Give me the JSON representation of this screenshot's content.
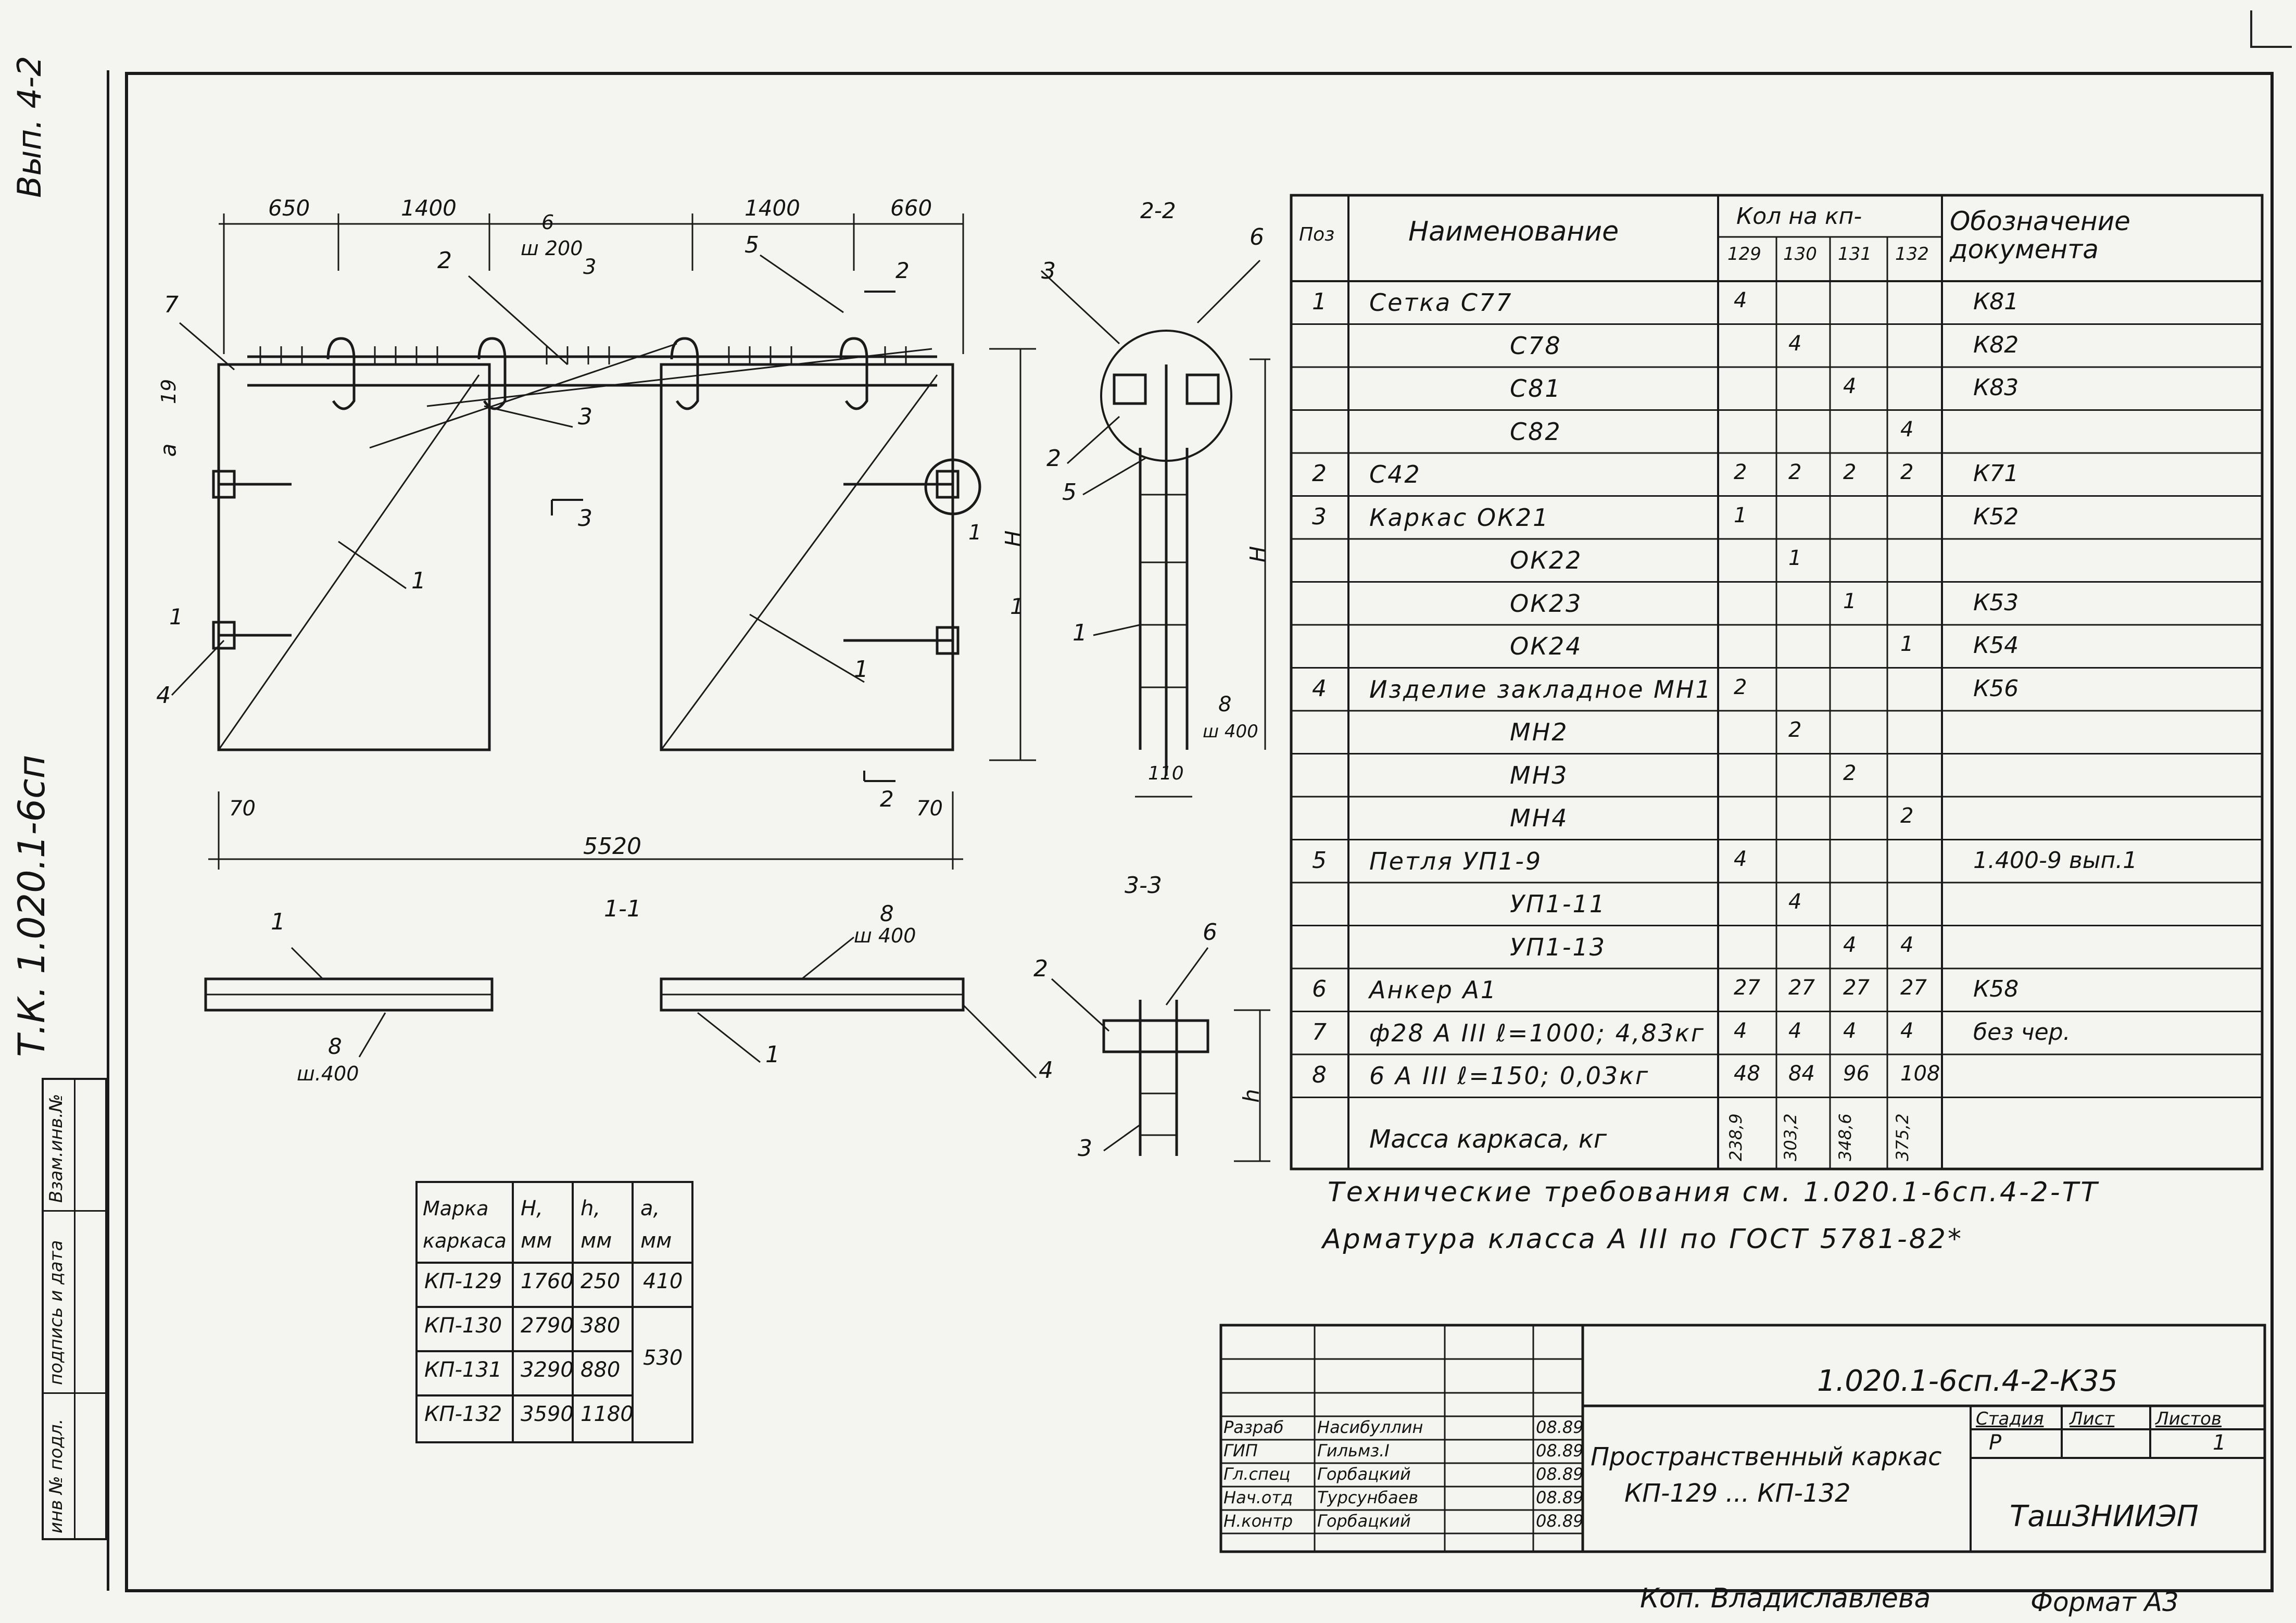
{
  "top_corner": "Вып. 4-2",
  "side_code": "Т.К. 1.020.1-6сп",
  "side_stamp": [
    "инв № подл.",
    "подпись и дата",
    "Взам.инв.№"
  ],
  "dims": {
    "top_left_a": "650",
    "top_left_b": "1400",
    "top_right_a": "1400",
    "top_right_b": "660",
    "spacing": "6",
    "spacing_w": "ш 200",
    "total": "5520",
    "edge_left": "70",
    "edge_right": "70",
    "dim_19": "19",
    "dim_a": "a",
    "dim_H": "H",
    "dim_110": "110",
    "dim_8": "8",
    "dim_w400": "ш 400",
    "dim_h": "h"
  },
  "callouts": {
    "c7": "7",
    "c2": "2",
    "c3": "3",
    "c3b": "3",
    "c5": "5",
    "c2r": "2",
    "c1": "1",
    "c4": "4",
    "c1b": "1",
    "cut3": "3",
    "cut2": "2",
    "cut1": "1",
    "cut1b": "1",
    "cut1c": "1",
    "cut2b": "2"
  },
  "views": {
    "v22": "2-2",
    "v11": "1-1",
    "v33": "3-3"
  },
  "v22_callouts": {
    "c3": "3",
    "c6": "6",
    "c2": "2",
    "c5": "5",
    "c1": "1"
  },
  "v11_callouts": {
    "c1": "1",
    "c8a": "8",
    "w400a": "ш.400",
    "c8b": "8",
    "w400b": "ш 400",
    "c1b": "1",
    "c4": "4"
  },
  "v33_callouts": {
    "c2": "2",
    "c6": "6",
    "c3": "3"
  },
  "spec": {
    "headers": {
      "pos": "Поз",
      "name": "Наименование",
      "qty": "Кол на кп-",
      "doc": "Обозначение документа",
      "q129": "129",
      "q130": "130",
      "q131": "131",
      "q132": "132"
    },
    "rows": [
      {
        "pos": "1",
        "name": "Сетка С77",
        "q": [
          "4",
          "",
          "",
          ""
        ],
        "doc": "К81"
      },
      {
        "pos": "",
        "name": "С78",
        "q": [
          "",
          "4",
          "",
          ""
        ],
        "doc": "К82"
      },
      {
        "pos": "",
        "name": "С81",
        "q": [
          "",
          "",
          "4",
          ""
        ],
        "doc": "К83"
      },
      {
        "pos": "",
        "name": "С82",
        "q": [
          "",
          "",
          "",
          "4"
        ],
        "doc": ""
      },
      {
        "pos": "2",
        "name": "С42",
        "q": [
          "2",
          "2",
          "2",
          "2"
        ],
        "doc": "К71"
      },
      {
        "pos": "3",
        "name": "Каркас ОК21",
        "q": [
          "1",
          "",
          "",
          ""
        ],
        "doc": "К52"
      },
      {
        "pos": "",
        "name": "ОК22",
        "q": [
          "",
          "1",
          "",
          ""
        ],
        "doc": ""
      },
      {
        "pos": "",
        "name": "ОК23",
        "q": [
          "",
          "",
          "1",
          ""
        ],
        "doc": "К53"
      },
      {
        "pos": "",
        "name": "ОК24",
        "q": [
          "",
          "",
          "",
          "1"
        ],
        "doc": "К54"
      },
      {
        "pos": "4",
        "name": "Изделие закладное МН1",
        "q": [
          "2",
          "",
          "",
          ""
        ],
        "doc": "К56"
      },
      {
        "pos": "",
        "name": "МН2",
        "q": [
          "",
          "2",
          "",
          ""
        ],
        "doc": ""
      },
      {
        "pos": "",
        "name": "МН3",
        "q": [
          "",
          "",
          "2",
          ""
        ],
        "doc": ""
      },
      {
        "pos": "",
        "name": "МН4",
        "q": [
          "",
          "",
          "",
          "2"
        ],
        "doc": ""
      },
      {
        "pos": "5",
        "name": "Петля УП1-9",
        "q": [
          "4",
          "",
          "",
          ""
        ],
        "doc": "1.400-9 вып.1"
      },
      {
        "pos": "",
        "name": "УП1-11",
        "q": [
          "",
          "4",
          "",
          ""
        ],
        "doc": ""
      },
      {
        "pos": "",
        "name": "УП1-13",
        "q": [
          "",
          "",
          "4",
          "4"
        ],
        "doc": ""
      },
      {
        "pos": "6",
        "name": "Анкер А1",
        "q": [
          "27",
          "27",
          "27",
          "27"
        ],
        "doc": "К58"
      },
      {
        "pos": "7",
        "name": "ф28 А III ℓ=1000; 4,83кг",
        "q": [
          "4",
          "4",
          "4",
          "4"
        ],
        "doc": "без чер."
      },
      {
        "pos": "8",
        "name": "6 А III ℓ=150; 0,03кг",
        "q": [
          "48",
          "84",
          "96",
          "108"
        ],
        "doc": ""
      }
    ],
    "mass_label": "Масса каркаса, кг",
    "mass": [
      "238,9",
      "303,2",
      "348,6",
      "375,2"
    ]
  },
  "notes": [
    "Технические требования см. 1.020.1-6сп.4-2-ТТ",
    "Арматура класса А III по ГОСТ 5781-82*"
  ],
  "marks": {
    "headers": [
      "Марка каркаса",
      "Н, мм",
      "h, мм",
      "a, мм"
    ],
    "rows": [
      [
        "КП-129",
        "1760",
        "250",
        "410"
      ],
      [
        "КП-130",
        "2790",
        "380",
        ""
      ],
      [
        "КП-131",
        "3290",
        "880",
        "530"
      ],
      [
        "КП-132",
        "3590",
        "1180",
        ""
      ]
    ]
  },
  "title_block": {
    "code": "1.020.1-6сп.4-2-К35",
    "roles": [
      "Разраб",
      "ГИП",
      "Гл.спец",
      "Нач.отд",
      "Н.контр"
    ],
    "names": [
      "Насибуллин",
      "Гильмз.I",
      "Горбацкий",
      "Турсунбаев",
      "Горбацкий"
    ],
    "dates": [
      "08.89",
      "08.89",
      "08.89",
      "08.89",
      "08.89"
    ],
    "title1": "Пространственный каркас",
    "title2": "КП-129 ... КП-132",
    "stage_h": "Стадия",
    "sheet_h": "Лист",
    "sheets_h": "Листов",
    "stage": "Р",
    "sheets": "1",
    "org": "ТашЗНИИЭП"
  },
  "footer": {
    "copied": "Коп. Владиславлева",
    "format": "Формат А3"
  }
}
